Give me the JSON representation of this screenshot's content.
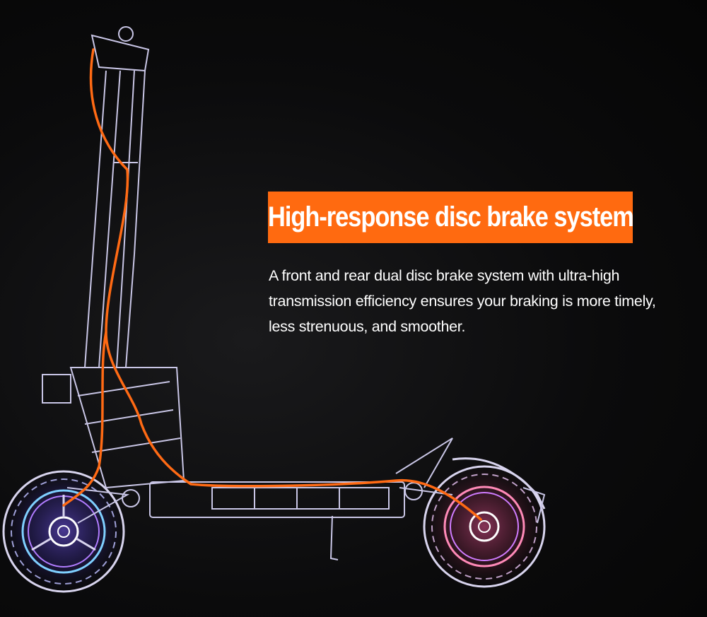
{
  "headline": "High-response disc brake system",
  "description": {
    "lines": [
      "A front and rear dual disc brake system with ultra-high",
      "transmission efficiency ensures your braking is more timely,",
      " less strenuous, and smoother."
    ]
  },
  "colors": {
    "accent": "#ff6a10",
    "background": "#0b0b0c",
    "brake_line": "#ff6a14",
    "frame_line": "#c9c6e6"
  }
}
